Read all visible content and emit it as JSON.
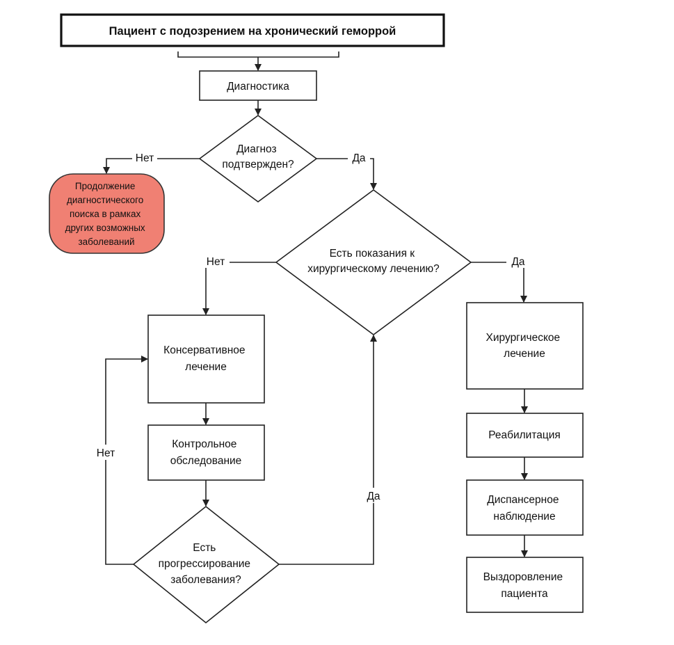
{
  "colors": {
    "stroke": "#222222",
    "background": "#ffffff",
    "highlight_fill": "#f08073",
    "highlight_stroke": "#333333"
  },
  "nodes": {
    "title": "Пациент с подозрением на хронический геморрой",
    "diagnostics": "Диагностика",
    "diagnosis_confirmed": [
      "Диагноз",
      "подтвержден?"
    ],
    "continue_search": [
      "Продолжение",
      "диагностического",
      "поиска в рамках",
      "других возможных",
      "заболеваний"
    ],
    "surgery_indicated": [
      "Есть показания к",
      "хирургическому лечению?"
    ],
    "conservative": [
      "Консервативное",
      "лечение"
    ],
    "control_exam": [
      "Контрольное",
      "обследование"
    ],
    "progression": [
      "Есть",
      "прогрессирование",
      "заболевания?"
    ],
    "surgical": [
      "Хирургическое",
      "лечение"
    ],
    "rehab": "Реабилитация",
    "dispensary": [
      "Диспансерное",
      "наблюдение"
    ],
    "recovery": [
      "Выздоровление",
      "пациента"
    ]
  },
  "edge_labels": {
    "no_1": "Нет",
    "yes_1": "Да",
    "no_2": "Нет",
    "yes_2": "Да",
    "no_3": "Нет",
    "yes_3": "Да"
  }
}
